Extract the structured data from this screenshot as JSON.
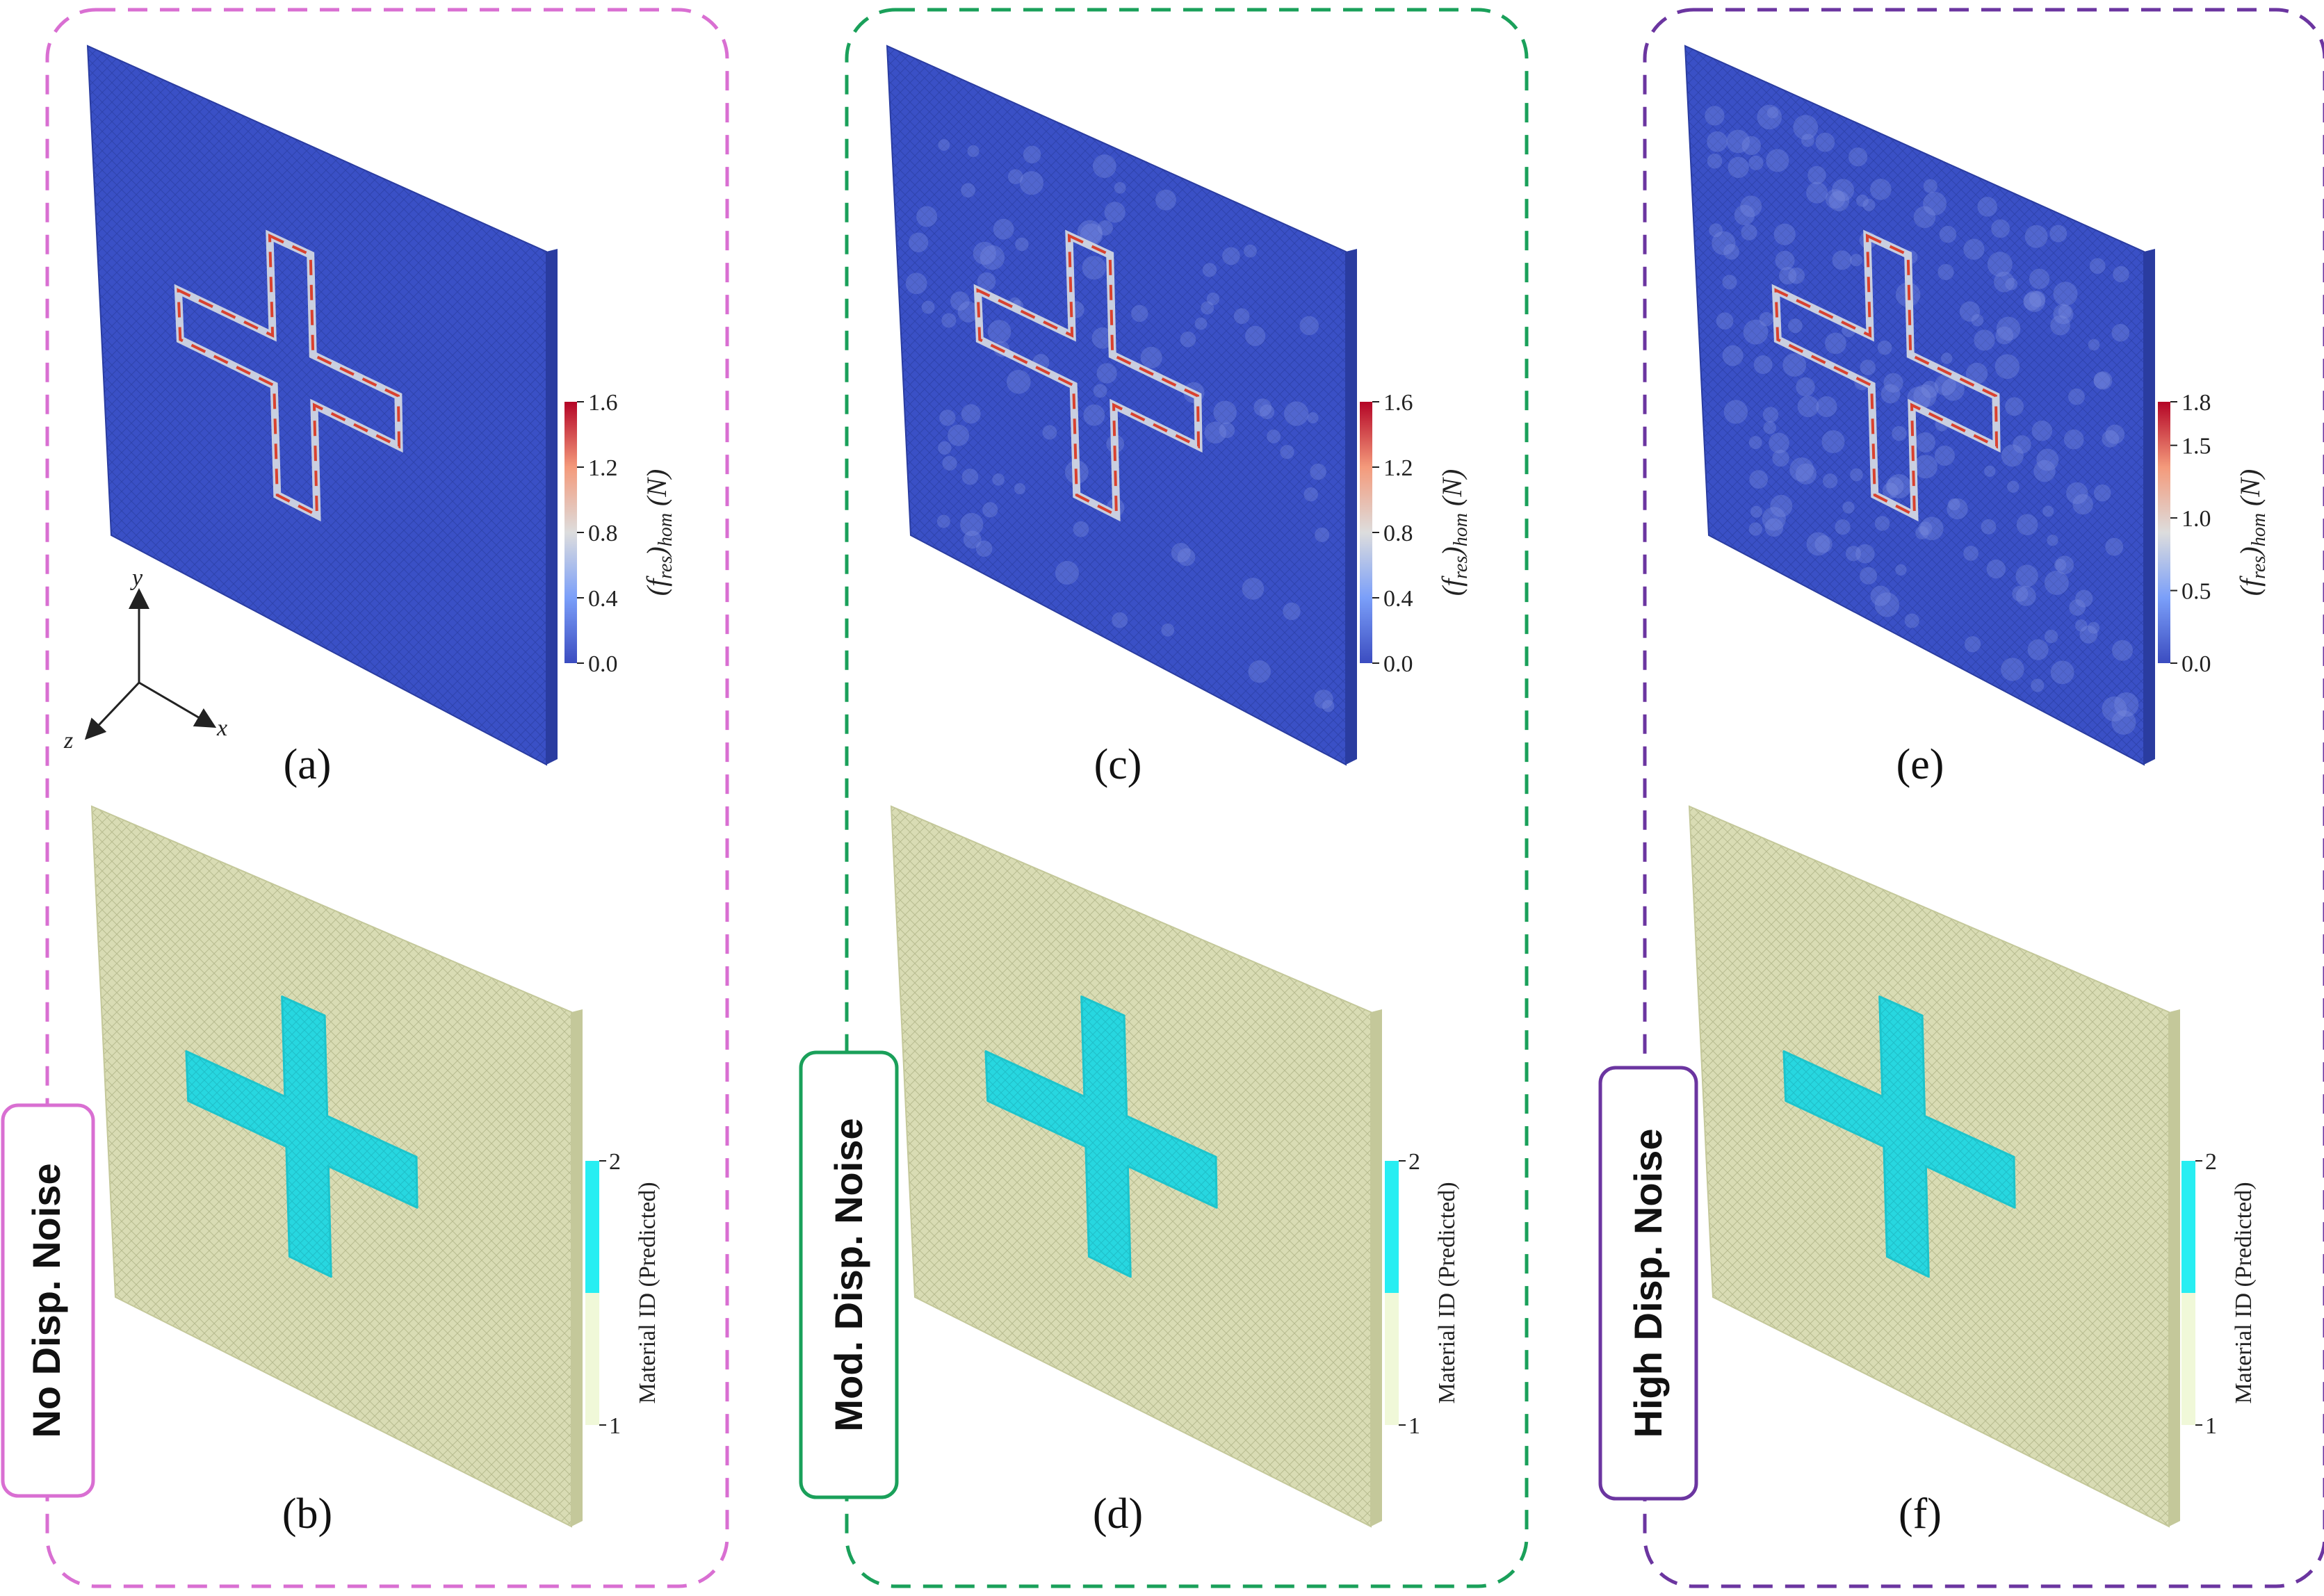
{
  "colors": {
    "no_noise": "#d96fd2",
    "mod_noise": "#1aa05a",
    "high_noise": "#6b35a0",
    "plate_blue": "#3a50c6",
    "plate_side": "#2a3ca0",
    "plate_green": "#d9dcb4",
    "plate_green_side": "#c4c89a",
    "inclusion_cyan": "#27d7e0",
    "contour_red": "#d9412f",
    "contour_light": "#c9cfe0"
  },
  "groups": [
    {
      "key": "no",
      "label": "No Disp. Noise",
      "top": {
        "panel_label": "(a)",
        "colorbar": {
          "title_main": "(f",
          "title_sub": "res",
          "title_sub2": "hom",
          "title_unit": "(N)",
          "ticks": [
            "1.6",
            "1.2",
            "0.8",
            "0.4",
            "0.0"
          ],
          "max": 1.6
        }
      },
      "bottom": {
        "panel_label": "(b)",
        "colorbar": {
          "title": "Material ID (Predicted)",
          "ticks": [
            "2",
            "1"
          ]
        }
      },
      "noise_level": 0
    },
    {
      "key": "mod",
      "label": "Mod. Disp. Noise",
      "top": {
        "panel_label": "(c)",
        "colorbar": {
          "title_main": "(f",
          "title_sub": "res",
          "title_sub2": "hom",
          "title_unit": "(N)",
          "ticks": [
            "1.6",
            "1.2",
            "0.8",
            "0.4",
            "0.0"
          ],
          "max": 1.6
        }
      },
      "bottom": {
        "panel_label": "(d)",
        "colorbar": {
          "title": "Material ID (Predicted)",
          "ticks": [
            "2",
            "1"
          ]
        }
      },
      "noise_level": 1
    },
    {
      "key": "high",
      "label": "High Disp. Noise",
      "top": {
        "panel_label": "(e)",
        "colorbar": {
          "title_main": "(f",
          "title_sub": "res",
          "title_sub2": "hom",
          "title_unit": "(N)",
          "ticks": [
            "1.8",
            "1.5",
            "1.0",
            "0.5",
            "0.0"
          ],
          "max": 1.8
        }
      },
      "bottom": {
        "panel_label": "(f)",
        "colorbar": {
          "title": "Material ID (Predicted)",
          "ticks": [
            "2",
            "1"
          ]
        }
      },
      "noise_level": 2
    }
  ],
  "axes_triad": {
    "x": "x",
    "y": "y",
    "z": "z"
  }
}
